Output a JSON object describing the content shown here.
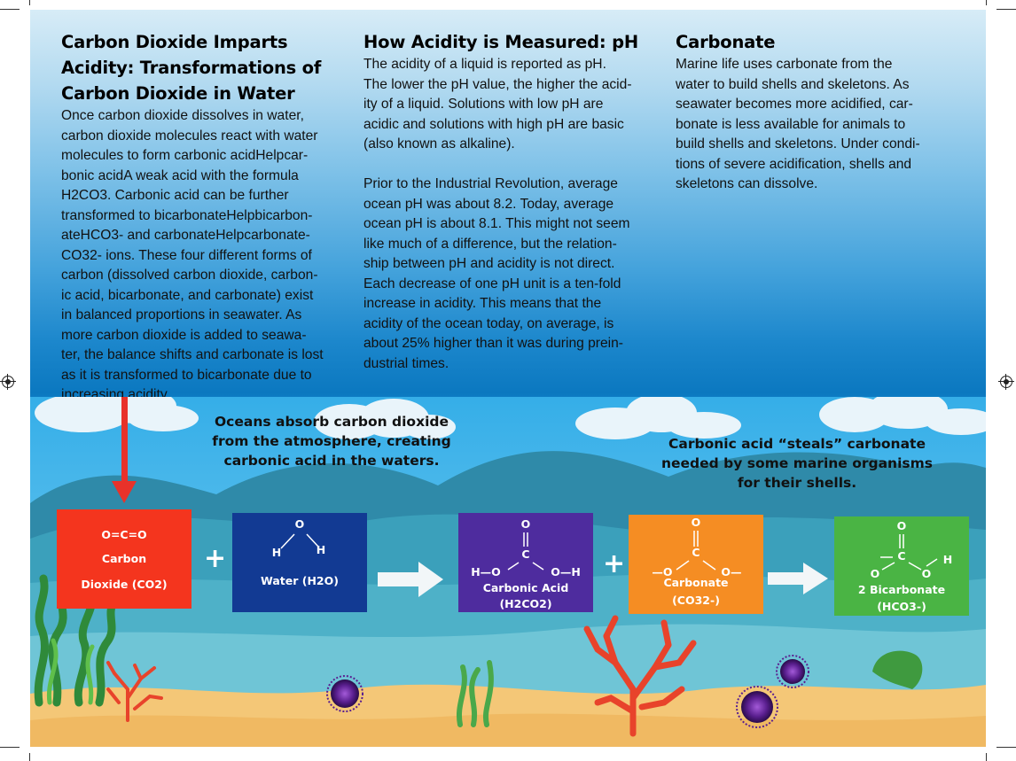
{
  "columns": [
    {
      "title_lines": [
        "Carbon Dioxide Imparts",
        "Acidity: Transformations of",
        "Carbon Dioxide in Water"
      ],
      "body": "Once carbon dioxide dissolves in water,\ncarbon dioxide molecules react with water\nmolecules to form carbonic acidHelpcar-\nbonic acidA weak acid with the formula\nH2CO3. Carbonic acid can be further\ntransformed to bicarbonateHelpbicarbon-\nateHCO3- and carbonateHelpcarbonate-\nCO32- ions. These four different forms of\ncarbon (dissolved carbon dioxide, carbon-\nic acid, bicarbonate, and carbonate) exist\nin balanced proportions in seawater. As\nmore carbon dioxide is added to seawa-\nter, the balance shifts and carbonate is lost\nas it is transformed to bicarbonate due to\nincreasing acidity."
    },
    {
      "title_lines": [
        "How Acidity is Measured: pH"
      ],
      "body": "The acidity of a liquid is reported as pH.\nThe lower the pH value, the higher the acid-\nity of a liquid. Solutions with low pH are\nacidic and solutions with high pH are basic\n(also known as alkaline).\n\nPrior to the Industrial Revolution, average\nocean pH was about 8.2. Today, average\nocean pH is about 8.1. This might not seem\nlike much of a difference, but the relation-\nship between pH and acidity is not direct.\nEach decrease of one pH unit is a ten-fold\nincrease in acidity. This means that the\nacidity of the ocean today, on average, is\nabout 25% higher than it was during prein-\ndustrial times."
    },
    {
      "title_lines": [
        "Carbonate"
      ],
      "body": "Marine life uses carbonate from the\nwater to build shells and skeletons. As\nseawater becomes more acidified, car-\nbonate is less available for animals to\nbuild shells and skeletons. Under condi-\ntions of severe acidification, shells and\nskeletons can dissolve."
    }
  ],
  "diagram": {
    "caption_left": [
      "Oceans absorb carbon dioxide",
      "from the atmosphere, creating",
      "carbonic acid in the waters."
    ],
    "caption_right": [
      "Carbonic acid “steals” carbonate",
      "needed by some marine organisms",
      "for their shells."
    ],
    "plus_sign": "+",
    "boxes": {
      "co2": {
        "formula": "O=C=O",
        "label_lines": [
          "Carbon",
          "Dioxide (CO2)"
        ],
        "color": "#f4351e"
      },
      "h2o": {
        "atoms": [
          "O",
          "H",
          "H"
        ],
        "label": "Water (H2O)",
        "color": "#123a93"
      },
      "h2co3": {
        "atoms": [
          "O",
          "C",
          "H—O",
          "O—H"
        ],
        "label_lines": [
          "Carbonic Acid",
          "(H2CO2)"
        ],
        "color": "#4e2c9e"
      },
      "co32": {
        "atoms": [
          "O",
          "C",
          "—O",
          "O—"
        ],
        "label_lines": [
          "Carbonate",
          "(CO32-)"
        ],
        "color": "#f58d23"
      },
      "hco3": {
        "atoms": [
          "O",
          "C",
          "O",
          "O",
          "H"
        ],
        "label_lines": [
          "2 Bicarbonate",
          "(HCO3-)"
        ],
        "color": "#4ab444"
      }
    }
  }
}
